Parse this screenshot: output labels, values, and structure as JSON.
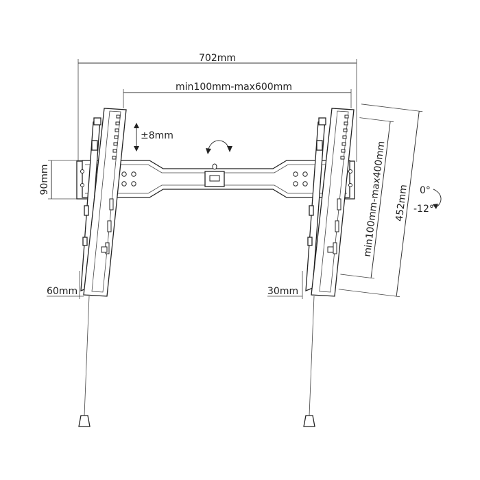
{
  "diagram": {
    "dimensions": {
      "overall_width": "702mm",
      "vesa_horizontal": "min100mm-max600mm",
      "vesa_vertical": "min100mm-max400mm",
      "arm_height": "452mm",
      "plate_height": "90mm",
      "vertical_adjust": "±8mm",
      "left_depth": "60mm",
      "right_depth": "30mm"
    },
    "tilt": {
      "upper": "0°",
      "lower": "-12°"
    },
    "colors": {
      "line": "#222222",
      "background": "#ffffff"
    }
  }
}
